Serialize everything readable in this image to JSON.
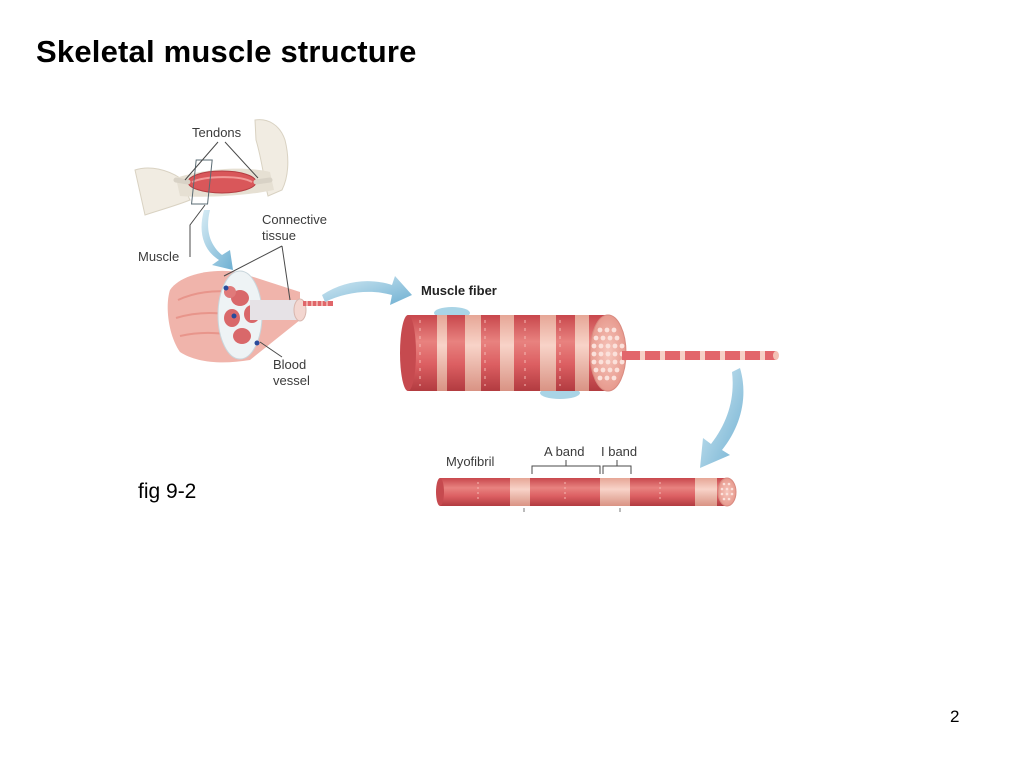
{
  "slide": {
    "title": "Skeletal muscle structure",
    "caption": "fig 9-2",
    "page_number": "2"
  },
  "figure": {
    "labels": {
      "tendons": "Tendons",
      "connective_line1": "Connective",
      "connective_line2": "tissue",
      "muscle": "Muscle",
      "blood_line1": "Blood",
      "blood_line2": "vessel",
      "muscle_fiber": "Muscle fiber",
      "myofibril": "Myofibril",
      "a_band": "A band",
      "i_band": "I band"
    },
    "colors": {
      "muscle_red": "#d9575a",
      "muscle_light": "#eea39c",
      "band_pale": "#f3c2b6",
      "arrow_blue": "#8fc3dc",
      "bone": "#f1ece2"
    }
  }
}
